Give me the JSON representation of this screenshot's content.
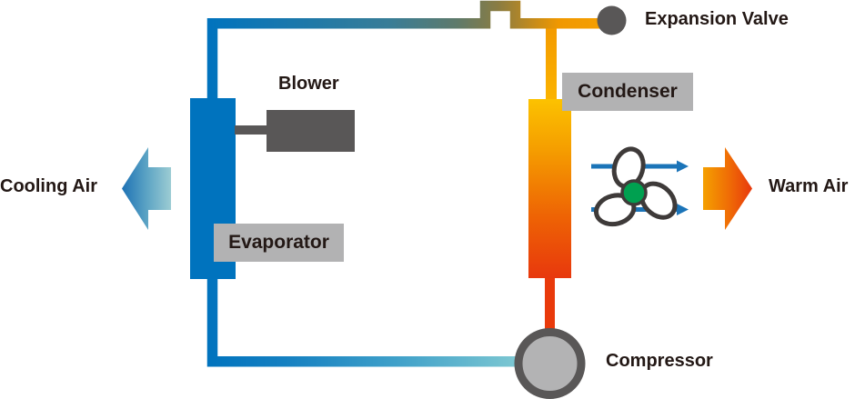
{
  "diagram": {
    "type": "refrigeration-cycle",
    "components": {
      "evaporator": {
        "label": "Evaporator"
      },
      "condenser": {
        "label": "Condenser"
      },
      "compressor": {
        "label": "Compressor"
      },
      "expansion_valve": {
        "label": "Expansion Valve"
      },
      "blower": {
        "label": "Blower"
      }
    },
    "flows": {
      "cooling_air": {
        "label": "Cooling Air",
        "direction": "left"
      },
      "warm_air": {
        "label": "Warm Air",
        "direction": "right"
      }
    },
    "icons": {
      "fan": "fan-icon",
      "expansion_valve": "valve-dot-icon",
      "compressor": "compressor-circle-icon",
      "cooling_air_arrow": "left-arrow-icon",
      "warm_air_arrow": "right-arrow-icon",
      "air_flow_arrows": "flow-arrow-icons"
    },
    "colors": {
      "cold": "#0073BE",
      "cold_light": "#7EC8D2",
      "hot": "#E8380D",
      "warm_orange": "#F39800",
      "condenser_top": "#FCC200",
      "label_box_gray": "#B2B2B3",
      "dark_gray": "#595757",
      "compressor_fill": "#B3B3B4",
      "fan_hub_green": "#00A050",
      "fan_outline": "#3E3A39",
      "air_arrow_blue": "#1B74B8",
      "text": "#231815",
      "background": "#FFFFFF"
    }
  }
}
